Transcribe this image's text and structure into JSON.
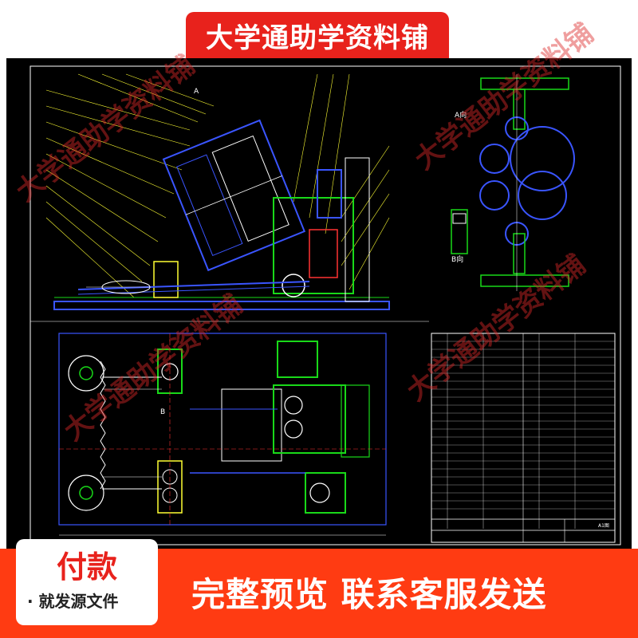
{
  "header": {
    "title": "大学通助学资料铺"
  },
  "drawing": {
    "view_a_label": "A向",
    "view_b_label": "B向",
    "section_b_label": "B",
    "title_block_label": "A1图"
  },
  "watermark": {
    "text": "大学通助学资料铺"
  },
  "footer": {
    "pay_title": "付款",
    "pay_sub": "· 就发源文件",
    "cta": "完整预览  联系客服发送"
  },
  "colors": {
    "banner_red": "#e8221c",
    "footer_orange": "#ff3b12",
    "drawing_bg": "#000000",
    "cad_blue": "#3a55ff",
    "cad_green": "#19d919",
    "cad_yellow": "#ffff33",
    "cad_white": "#ffffff"
  }
}
